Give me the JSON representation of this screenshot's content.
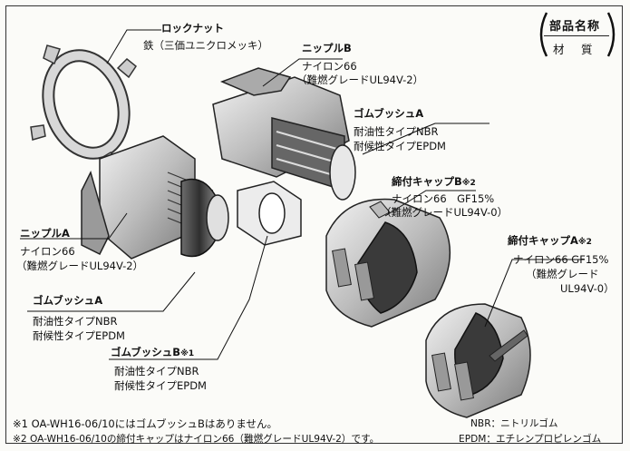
{
  "legend": {
    "title": "部品名称",
    "subtitle": "材　質"
  },
  "parts": {
    "locknut": {
      "name": "ロックナット",
      "material": "鉄（三価ユニクロメッキ）"
    },
    "nipple_b": {
      "name": "ニップルB",
      "material1": "ナイロン66",
      "material2": "（難燃グレードUL94V-2）"
    },
    "bush_a_top": {
      "name": "ゴムブッシュA",
      "material1": "耐油性タイプNBR",
      "material2": "耐候性タイプEPDM"
    },
    "cap_b": {
      "name": "締付キャップB",
      "mark": "※2",
      "material1": "ナイロン66　GF15%",
      "material2": "（難燃グレードUL94V-0）"
    },
    "cap_a": {
      "name": "締付キャップA",
      "mark": "※2",
      "material1": "ナイロン66 GF15%",
      "material2": "（難燃グレード",
      "material3": "UL94V-0）"
    },
    "nipple_a": {
      "name": "ニップルA",
      "material1": "ナイロン66",
      "material2": "（難燃グレードUL94V-2）"
    },
    "bush_a_bottom": {
      "name": "ゴムブッシュA",
      "material1": "耐油性タイプNBR",
      "material2": "耐候性タイプEPDM"
    },
    "bush_b": {
      "name": "ゴムブッシュB",
      "mark": "※1",
      "material1": "耐油性タイプNBR",
      "material2": "耐候性タイプEPDM"
    }
  },
  "notes": {
    "note1": "※1 OA-WH16-06/10にはゴムブッシュBはありません。",
    "note2": "※2 OA-WH16-06/10の締付キャップはナイロン66（難燃グレードUL94V-2）です。",
    "nbr": "NBR：ニトリルゴム",
    "epdm": "EPDM：エチレンプロピレンゴム"
  }
}
